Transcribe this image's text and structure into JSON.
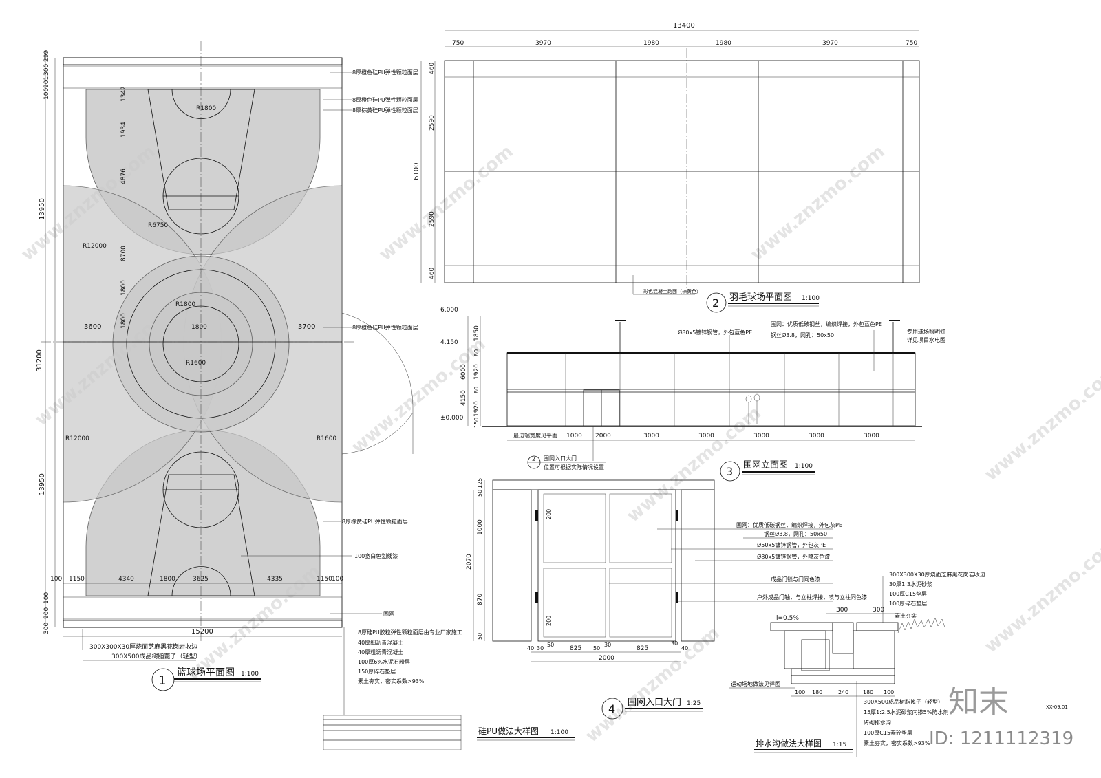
{
  "basketball": {
    "title": "篮球场平面图",
    "num": "1",
    "scale": "1:100",
    "top_dims": [
      "299",
      "300",
      "901",
      "100"
    ],
    "left_dims": [
      "13950",
      "31200",
      "13950",
      "100",
      "900",
      "300"
    ],
    "court_dims": [
      "1342",
      "1934",
      "4876",
      "8700",
      "1800",
      "1800"
    ],
    "radii": [
      "R12000",
      "R1800",
      "R6750",
      "R1800",
      "R12000",
      "R1600",
      "R1600"
    ],
    "mid_dims": [
      "3600",
      "3700",
      "1800"
    ],
    "bottom_dims": [
      "100",
      "1150",
      "4340",
      "1800",
      "3625",
      "4335",
      "1150",
      "100"
    ],
    "width": "15200",
    "right_notes": [
      "8厚橙色硅PU弹性颗粒面层",
      "8厚橙色硅PU弹性颗粒面层",
      "8厚棕黄硅PU弹性颗粒面层",
      "8厚橙色硅PU弹性颗粒面层",
      "8厚棕黄硅PU弹性颗粒面层",
      "100宽白色划线漆",
      "围网"
    ],
    "bottom_notes": [
      "300X300X30厚烧面芝麻黑花岗岩收边",
      "300X500成品树脂篦子（轻型）"
    ]
  },
  "badminton": {
    "title": "羽毛球场平面图",
    "num": "2",
    "scale": "1:100",
    "total": "13400",
    "top_dims": [
      "750",
      "3970",
      "1980",
      "1980",
      "3970",
      "750"
    ],
    "left_total": "6100",
    "left_dims": [
      "460",
      "2590",
      "2590",
      "460"
    ],
    "note": "彩色混凝土路面（棕黄色）"
  },
  "fence": {
    "title": "围网立面图",
    "num": "3",
    "scale": "1:100",
    "levels": [
      "6.000",
      "4.150",
      "±0.000"
    ],
    "h_dims": [
      "1850",
      "80",
      "1920",
      "80",
      "1920",
      "150"
    ],
    "h_total": "6000",
    "h_sub": "4150",
    "top_notes": [
      "Ø80x5镀锌钢管，外包蓝色PE",
      "围网：优质低碳钢丝，编织焊接，外包蓝色PE",
      "钢丝Ø3.8，网孔：50x50",
      "专用球场照明灯",
      "详见项目水电图"
    ],
    "bottom_dims": [
      "最边端宽度见平面",
      "1000",
      "2000",
      "3000",
      "3000",
      "3000",
      "3000",
      "3000"
    ],
    "gate_ref_num": "2",
    "gate_ref_text": "围网入口大门",
    "gate_ref_note": "位置可根据实际情况设置"
  },
  "gate": {
    "title": "围网入口大门",
    "num": "4",
    "scale": "1:25",
    "left_dims": [
      "125",
      "50",
      "1000",
      "2070",
      "870",
      "50"
    ],
    "inner_dims": [
      "200",
      "200"
    ],
    "bottom_dims": [
      "40",
      "30",
      "50",
      "825",
      "50",
      "30",
      "825",
      "30",
      "40"
    ],
    "width": "2000",
    "notes": [
      "围网：优质低碳钢丝，编织焊接，外包灰PE",
      "钢丝Ø3.8，网孔：50x50",
      "Ø50x5镀锌钢管，外包灰PE",
      "Ø80x5镀锌钢管，外喷灰色漆",
      "成品门锁与门同色漆",
      "户外成品门轴，与立柱焊接，喷与立柱同色漆"
    ]
  },
  "pu": {
    "title": "硅PU做法大样图",
    "scale": "1:100",
    "notes": [
      "8厚硅PU胶粒弹性颗粒面层由专业厂家施工",
      "40厚细沥青混凝土",
      "40厚粗沥青混凝土",
      "100厚6%水泥石粉层",
      "150厚碎石垫层",
      "素土夯实，密实系数>93%"
    ]
  },
  "drain": {
    "title": "排水沟做法大样图",
    "scale": "1:15",
    "slope": "i=0.5%",
    "top_dims": [
      "300",
      "300"
    ],
    "top_notes": [
      "300X300X30厚烧面芝麻黑花岗岩收边",
      "30厚1:3水泥砂浆",
      "100厚C15垫层",
      "100厚碎石垫层",
      "素土夯实"
    ],
    "left_note": "运动场地做法见详图",
    "bottom_dims": [
      "100",
      "180",
      "240",
      "180",
      "100"
    ],
    "bottom_notes": [
      "300X500成品树脂篦子（轻型）",
      "15厚1:2.5水泥砂浆内掺5%防水剂",
      "砖砌排水沟",
      "100厚C15素砼垫层",
      "素土夯实，密实系数>93%"
    ]
  },
  "corner": {
    "logo": "知末",
    "id": "ID: 1211112319",
    "code": "XX-09.01"
  },
  "watermark": "www.znzmo.com"
}
